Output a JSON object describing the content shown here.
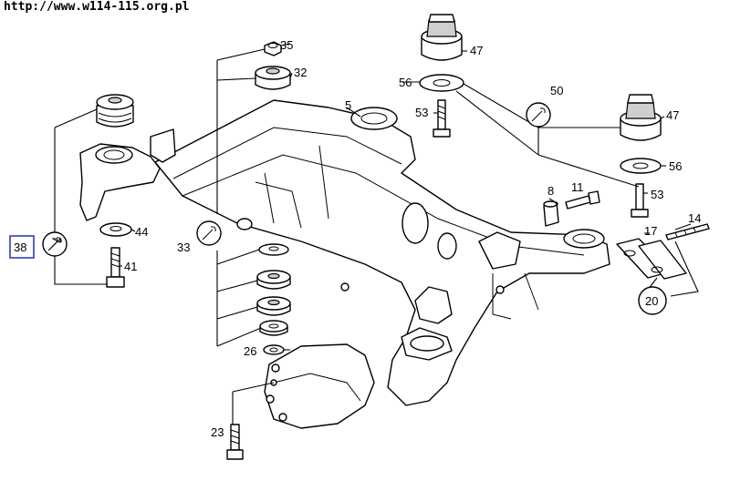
{
  "watermark": "http://www.w114-115.org.pl",
  "callouts": {
    "c35": "35",
    "c32": "32",
    "c5": "5",
    "c47a": "47",
    "c56a": "56",
    "c53a": "53",
    "c50": "50",
    "c47b": "47",
    "c56b": "56",
    "c53b": "53",
    "c8": "8",
    "c11": "11",
    "c14": "14",
    "c17": "17",
    "c20": "20",
    "c38": "38",
    "c44": "44",
    "c41": "41",
    "c33": "33",
    "c26": "26",
    "c23": "23"
  },
  "icons": [
    "wrench-icon",
    "wrench-icon",
    "wrench-icon"
  ]
}
